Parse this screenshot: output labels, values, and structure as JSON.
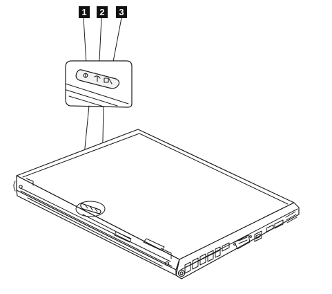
{
  "callouts": [
    {
      "number": "1",
      "indicator": "bluetooth-status-icon"
    },
    {
      "number": "2",
      "indicator": "wireless-status-icon"
    },
    {
      "number": "3",
      "indicator": "wwan-status-icon"
    }
  ],
  "colors": {
    "ink": "#1a1a1a",
    "badge": "#111111",
    "badge_text": "#ffffff",
    "panel_shade": "#f2f2f2"
  }
}
